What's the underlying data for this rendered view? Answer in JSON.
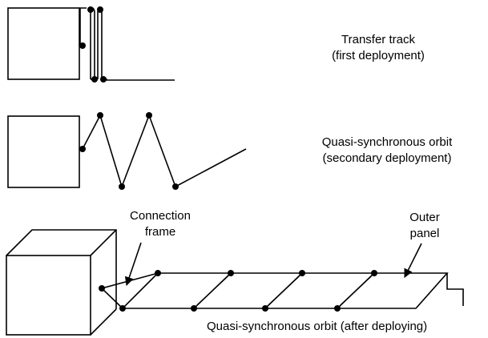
{
  "labels": {
    "transfer_title": "Transfer track",
    "transfer_sub": "(first deployment)",
    "quasi_title": "Quasi-synchronous orbit",
    "quasi_sub": "(secondary deployment)",
    "connection_line1": "Connection",
    "connection_line2": "frame",
    "outer_line1": "Outer",
    "outer_line2": "panel",
    "bottom_caption": "Quasi-synchronous orbit (after deploying)"
  }
}
